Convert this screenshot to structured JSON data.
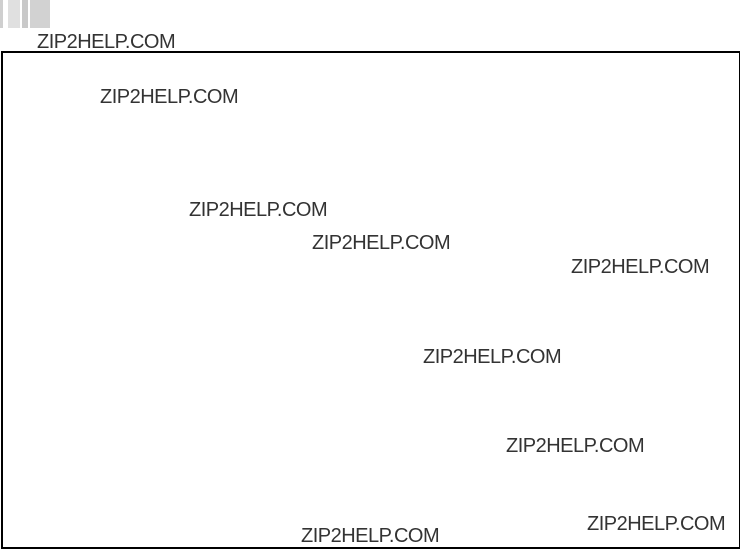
{
  "watermarks": [
    "ZIP2HELP.COM",
    "ZIP2HELP.COM",
    "ZIP2HELP.COM",
    "ZIP2HELP.COM",
    "ZIP2HELP.COM",
    "ZIP2HELP.COM",
    "ZIP2HELP.COM",
    "ZIP2HELP.COM",
    "ZIP2HELP.COM"
  ],
  "colors": {
    "frame_border": "#000000",
    "watermark_text": "#333333"
  }
}
